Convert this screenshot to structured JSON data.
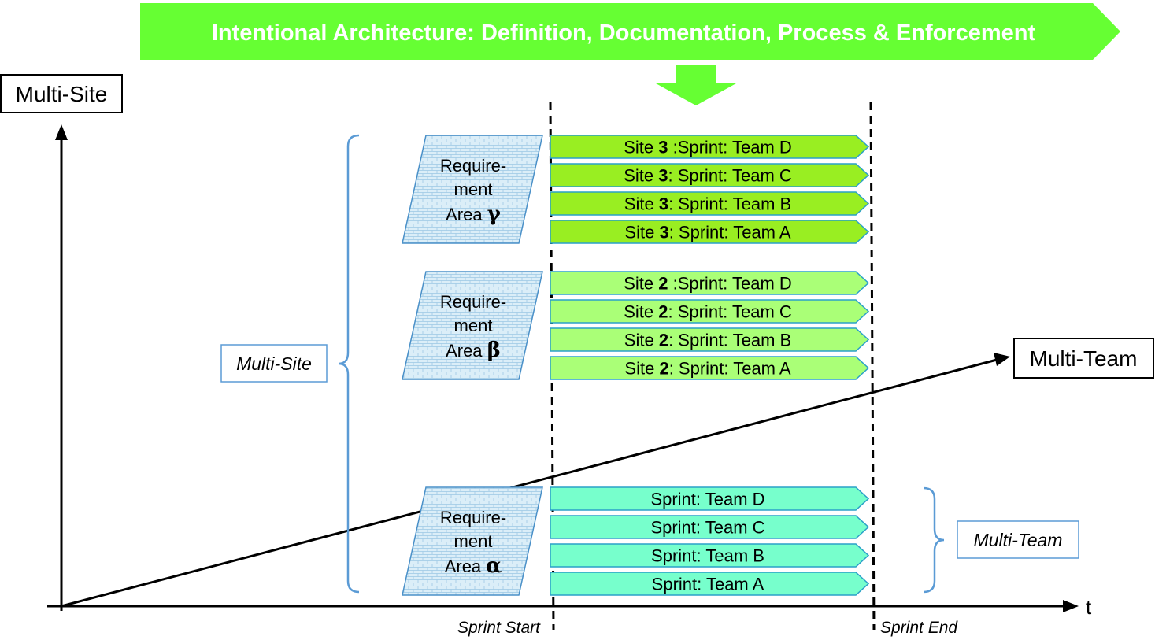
{
  "banner": {
    "text": "Intentional Architecture: Definition, Documentation, Process & Enforcement",
    "color": "#66ff33"
  },
  "axes": {
    "y_label": "Multi-Site",
    "diagonal_label": "Multi-Team",
    "x_label": "t"
  },
  "brackets": {
    "multi_site_label": "Multi-Site",
    "multi_team_label": "Multi-Team"
  },
  "sprint_markers": {
    "start": "Sprint Start",
    "end": "Sprint End"
  },
  "requirement_areas": [
    {
      "id": "gamma",
      "line1": "Require-",
      "line2": "ment",
      "line3": "Area",
      "greek": "γ"
    },
    {
      "id": "beta",
      "line1": "Require-",
      "line2": "ment",
      "line3": "Area",
      "greek": "β"
    },
    {
      "id": "alpha",
      "line1": "Require-",
      "line2": "ment",
      "line3": "Area",
      "greek": "α"
    }
  ],
  "sprint_groups": [
    {
      "id": "site3",
      "color": "#99ee22",
      "rows": [
        {
          "prefix": "Site ",
          "site": "3",
          "rest": " :Sprint: Team D"
        },
        {
          "prefix": "Site ",
          "site": "3",
          "rest": ": Sprint: Team C"
        },
        {
          "prefix": "Site ",
          "site": "3",
          "rest": ": Sprint: Team B"
        },
        {
          "prefix": "Site ",
          "site": "3",
          "rest": ": Sprint: Team A"
        }
      ]
    },
    {
      "id": "site2",
      "color": "#aaff77",
      "rows": [
        {
          "prefix": "Site ",
          "site": "2",
          "rest": " :Sprint: Team D"
        },
        {
          "prefix": "Site ",
          "site": "2",
          "rest": ": Sprint: Team C"
        },
        {
          "prefix": "Site ",
          "site": "2",
          "rest": ": Sprint: Team B"
        },
        {
          "prefix": "Site ",
          "site": "2",
          "rest": ": Sprint: Team A"
        }
      ]
    },
    {
      "id": "site1",
      "color": "#77ffcc",
      "rows": [
        {
          "prefix": "",
          "site": "",
          "rest": "Sprint: Team D"
        },
        {
          "prefix": "",
          "site": "",
          "rest": "Sprint: Team C"
        },
        {
          "prefix": "",
          "site": "",
          "rest": "Sprint: Team B"
        },
        {
          "prefix": "",
          "site": "",
          "rest": "Sprint: Team A"
        }
      ]
    }
  ],
  "colors": {
    "bracket": "#5b9bd5",
    "req_fill": "#dbeef8",
    "req_stroke": "#4a90c8",
    "sprint_stroke": "#2aa0c8"
  }
}
